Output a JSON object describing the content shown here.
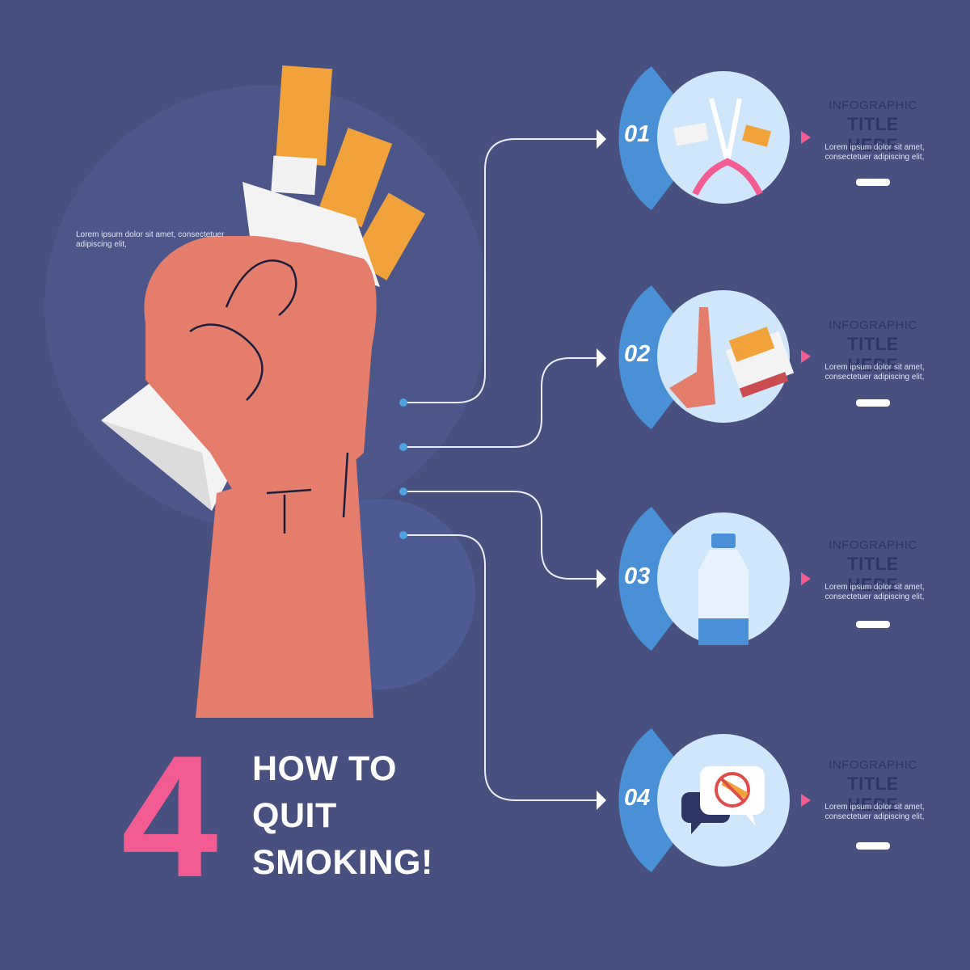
{
  "headline": {
    "number": "4",
    "lines": [
      "HOW TO",
      "QUIT",
      "SMOKING!"
    ]
  },
  "side_text": "Lorem ipsum dolor sit amet, consectetuer adipiscing elit,",
  "steps": [
    {
      "number": "01",
      "title_top": "INFOGRAPHIC",
      "title_main": "TITLE HERE",
      "body": "Lorem ipsum dolor sit amet, consectetuer adipiscing elit,",
      "icon": "scissors-cutting-cigarette-icon"
    },
    {
      "number": "02",
      "title_top": "INFOGRAPHIC",
      "title_main": "TITLE HERE",
      "body": "Lorem ipsum dolor sit amet, consectetuer adipiscing elit,",
      "icon": "hand-refusing-cigarettes-icon"
    },
    {
      "number": "03",
      "title_top": "INFOGRAPHIC",
      "title_main": "TITLE HERE",
      "body": "Lorem ipsum dolor sit amet, consectetuer adipiscing elit,",
      "icon": "water-bottle-icon"
    },
    {
      "number": "04",
      "title_top": "INFOGRAPHIC",
      "title_main": "TITLE HERE",
      "body": "Lorem ipsum dolor sit amet, consectetuer adipiscing elit,",
      "icon": "speech-bubbles-no-smoking-icon"
    }
  ],
  "colors": {
    "background": "#47507f",
    "accent_pink": "#f25c92",
    "circle_light": "#cfe6fb",
    "circle_blue": "#4a90d6",
    "skin": "#e57d6c",
    "filter_orange": "#f2a23a",
    "title_dark": "#2d3665"
  }
}
